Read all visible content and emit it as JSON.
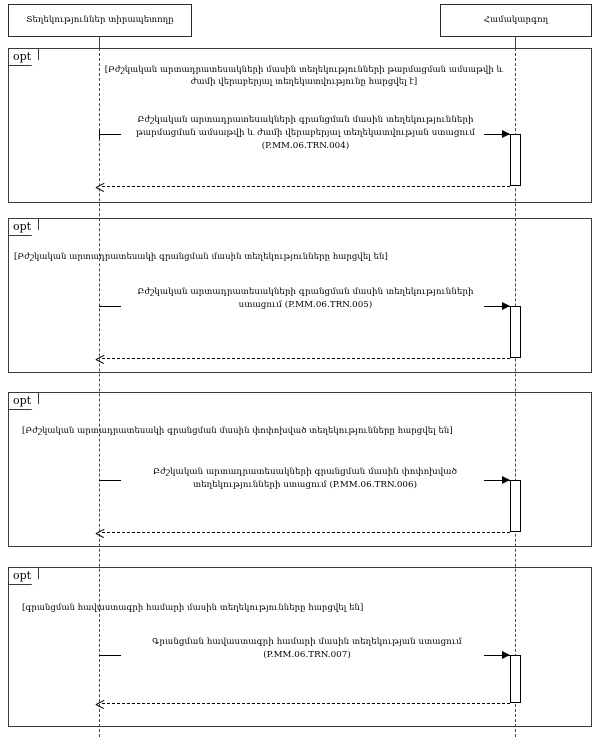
{
  "diagram": {
    "type": "uml-sequence-diagram",
    "participants": [
      {
        "id": "information-holder",
        "label": "Տեղեկություններ տիրապետողը"
      },
      {
        "id": "coordinator",
        "label": "Համակարգող"
      }
    ],
    "fragments": [
      {
        "operator": "opt",
        "guard": "[Բժշկական արտադրատեսակների մասին տեղեկությունների թարմացման ամսաթվի և ժամի վերաբերյալ տեղեկատվությունը հարցվել է]",
        "message": "Բժշկական արտադրատեսակների գրանցման մասին տեղեկությունների թարմացման ամսաթվի և ժամի վերաբերյալ տեղեկատվության ստացում (P.MM.06.TRN.004)",
        "reply": ""
      },
      {
        "operator": "opt",
        "guard": "[Բժշկական արտադրատեսակի գրանցման մասին տեղեկությունները հարցվել են]",
        "message": "Բժշկական արտադրատեսակների գրանցման մասին տեղեկությունների ստացում (P.MM.06.TRN.005)",
        "reply": ""
      },
      {
        "operator": "opt",
        "guard": "[Բժշկական արտադրատեսակի գրանցման մասին փոփոխված տեղեկությունները հարցվել են]",
        "message": "Բժշկական արտադրատեսակների գրանցման մասին փոփոխված տեղեկությունների ստացում (P.MM.06.TRN.006)",
        "reply": ""
      },
      {
        "operator": "opt",
        "guard": "[գրանցման հավաստագրի համարի մասին տեղեկությունները հարցվել են]",
        "message": "Գրանցման հավաստագրի համարի մասին տեղեկության ստացում (P.MM.06.TRN.007)",
        "reply": ""
      }
    ],
    "colors": {
      "line": "#000000",
      "frame_border": "#3a3a3a",
      "lifeline": "#4a4a4a",
      "background": "#ffffff"
    }
  }
}
